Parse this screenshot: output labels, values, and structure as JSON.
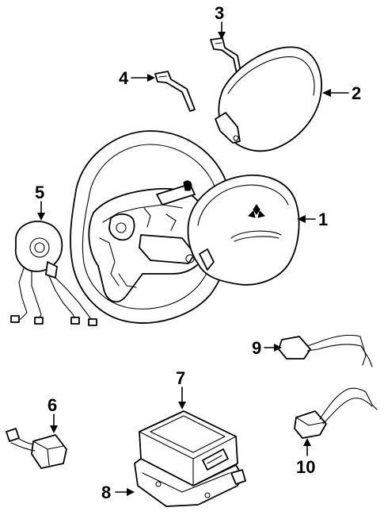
{
  "callouts": {
    "c1": "1",
    "c2": "2",
    "c3": "3",
    "c4": "4",
    "c5": "5",
    "c6": "6",
    "c7": "7",
    "c8": "8",
    "c9": "9",
    "c10": "10"
  },
  "colors": {
    "ink": "#000000",
    "background": "#ffffff"
  }
}
